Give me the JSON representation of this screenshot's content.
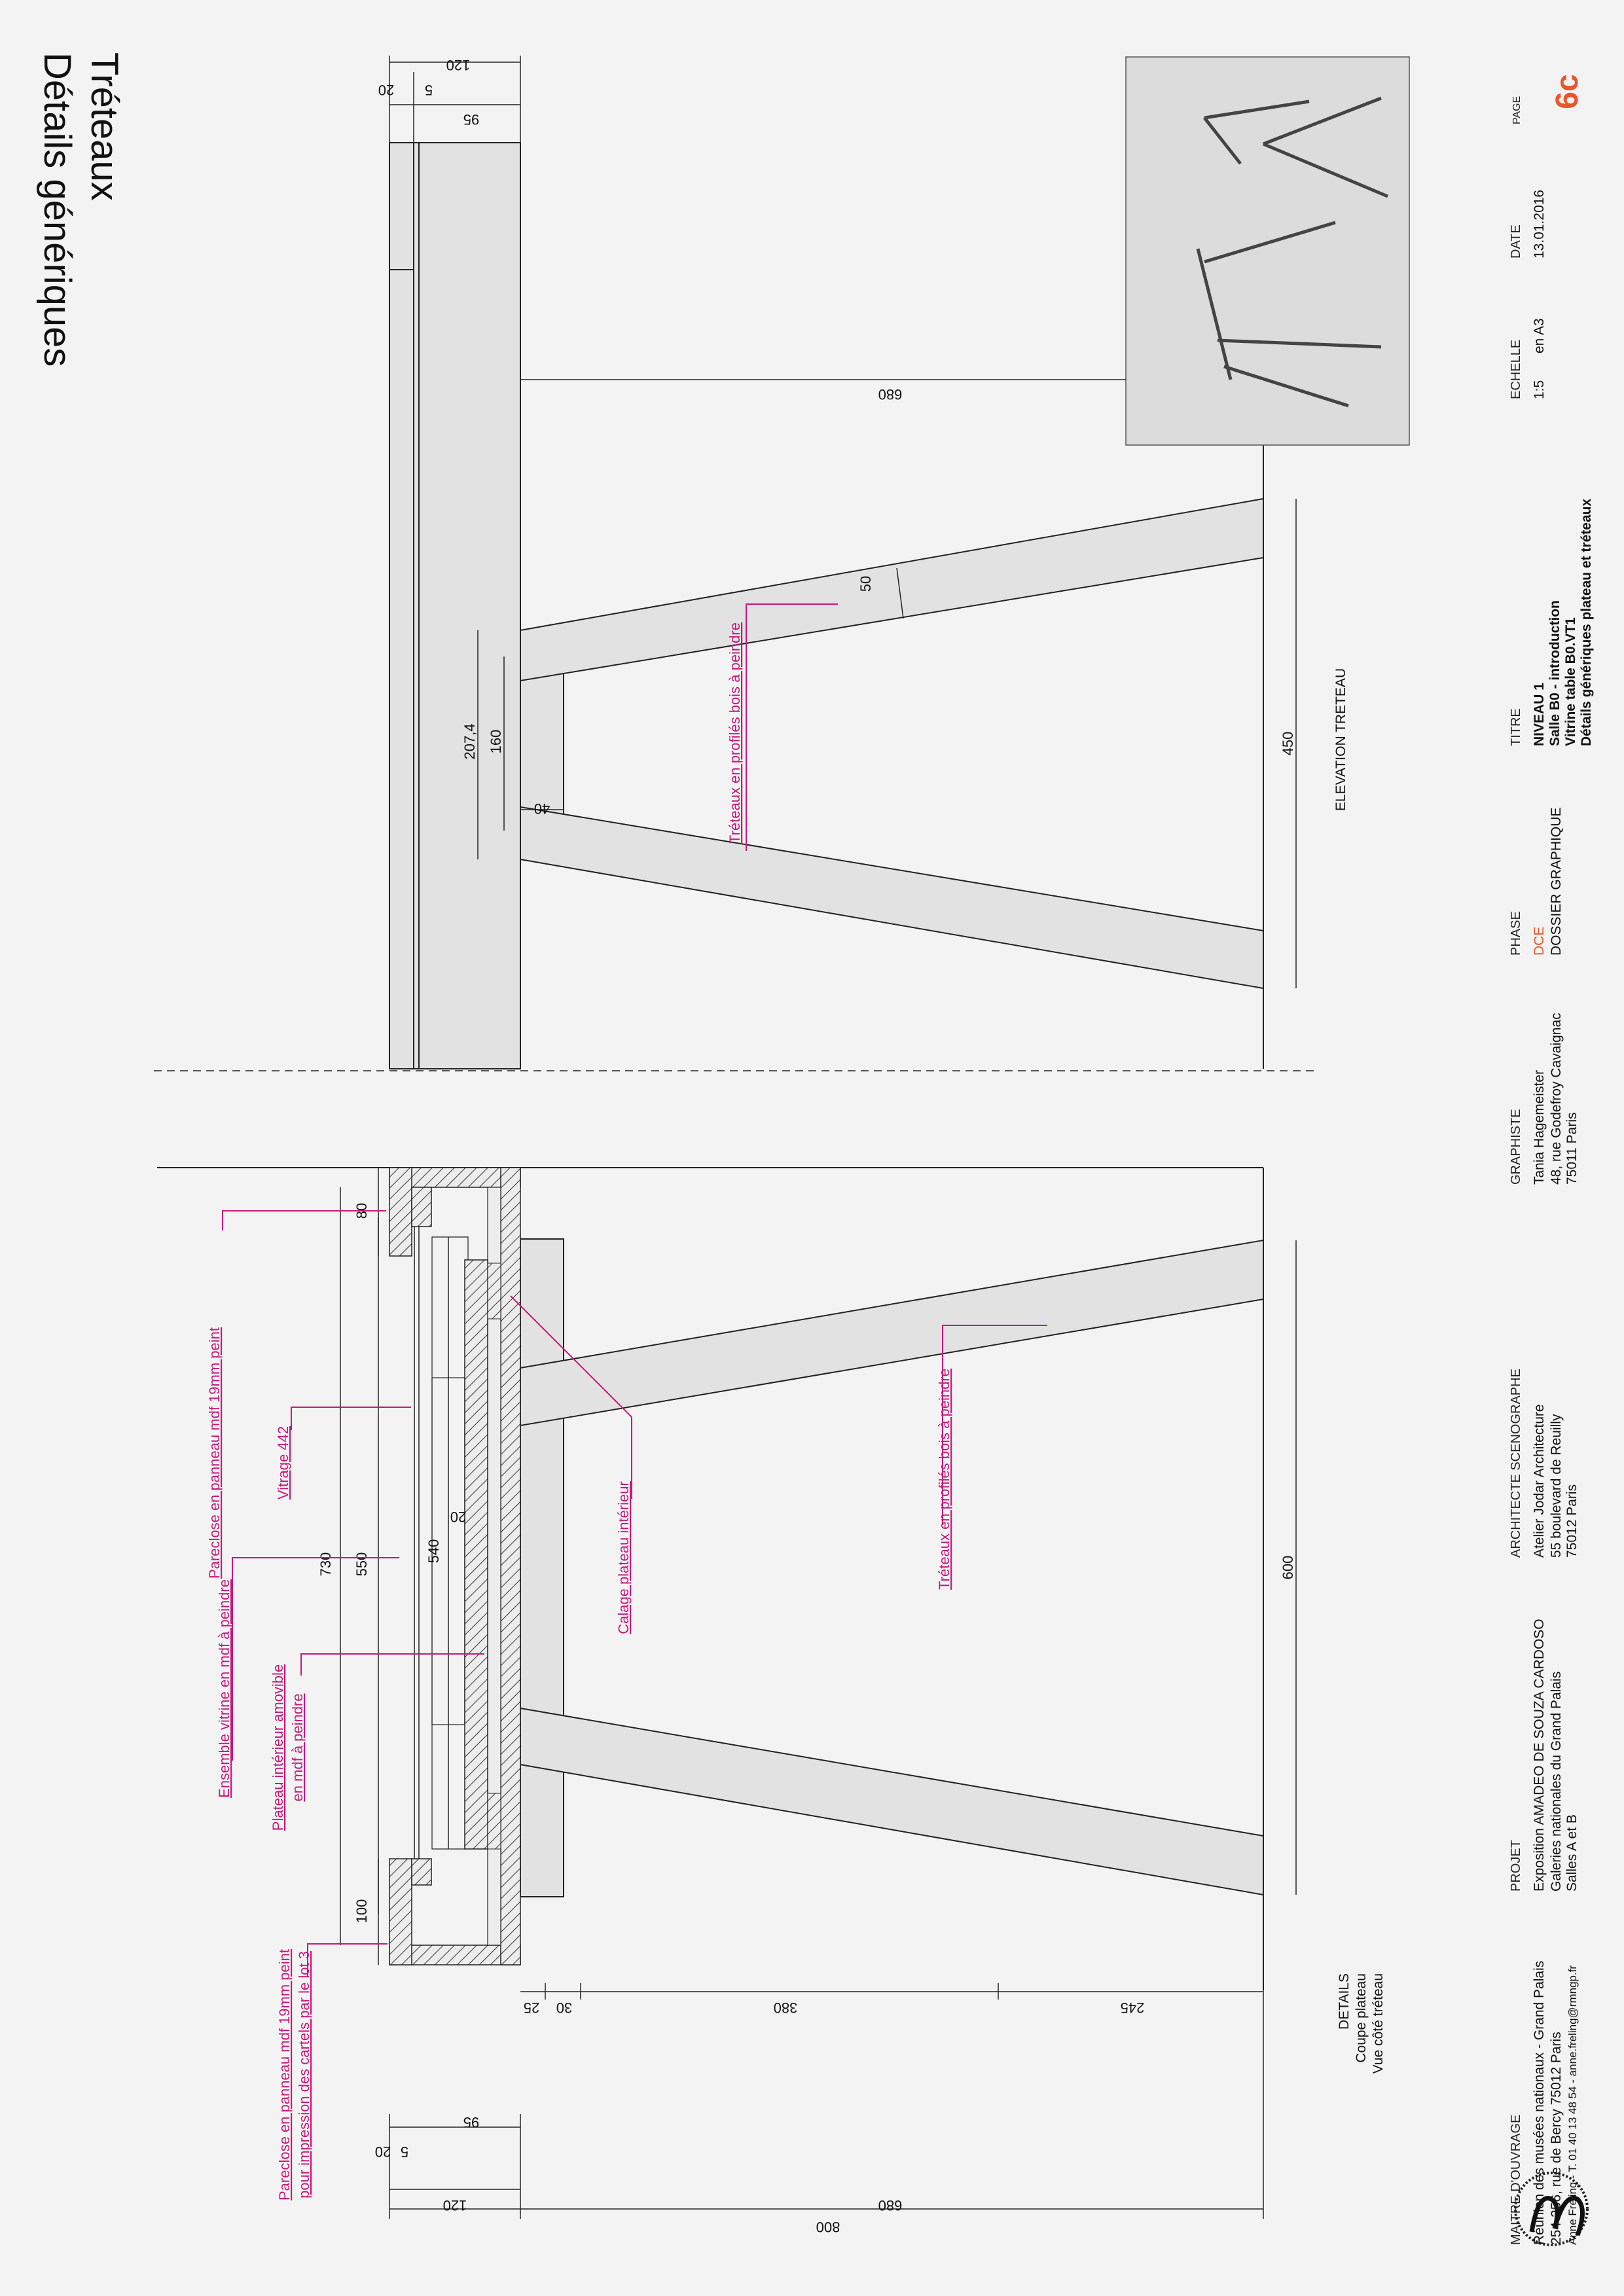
{
  "title": {
    "line1": "Tréteaux",
    "line2": "Détails génériques"
  },
  "elevation": {
    "label": "ELEVATION TRETEAU",
    "dims": {
      "d120": "120",
      "d20": "20",
      "d5": "5",
      "d95": "95",
      "d680": "680",
      "d207": "207,4",
      "d160": "160",
      "d40": "40",
      "d50": "50",
      "d450": "450"
    },
    "note_treteaux": "Tréteaux en profilés bois à peindre"
  },
  "section": {
    "label1": "DETAILS",
    "label2": "Coupe plateau",
    "label3": "Vue côté tréteau",
    "dims": {
      "d80": "80",
      "d730": "730",
      "d550": "550",
      "d540": "540",
      "d20": "20",
      "d100": "100",
      "d600": "600",
      "d25": "25",
      "d30": "30",
      "d380": "380",
      "d245": "245",
      "d120": "120",
      "d95": "95",
      "d20b": "20",
      "d5": "5",
      "d680": "680",
      "d800": "800"
    },
    "notes": {
      "pareclose": "Pareclose en panneau mdf 19mm peint",
      "vitrage": "Vitrage 442",
      "ensemble": "Ensemble vitrine en mdf à peindre",
      "plateau1": "Plateau intérieur amovible",
      "plateau2": "en mdf à peindre",
      "calage": "Calage plateau intérieur",
      "treteaux": "Tréteaux en profilés bois à peindre",
      "pareclose2a": "Pareclose en panneau mdf 19mm peint",
      "pareclose2b": "pour impression des cartels par le lot 3"
    }
  },
  "title_block": {
    "maitre": {
      "header": "MAITRE D'OUVRAGE",
      "l1": "Réunion des musées nationaux - Grand Palais",
      "l2": "254-256, rue de Bercy 75012 Paris",
      "l3": "Anne Freling - T. 01 40 13 48 54 - anne.freling@rmngp.fr"
    },
    "projet": {
      "header": "PROJET",
      "l1": "Exposition AMADEO DE SOUZA CARDOSO",
      "l2": "Galeries nationales du Grand Palais",
      "l3": "Salles A et B"
    },
    "architecte": {
      "header": "ARCHITECTE SCENOGRAPHE",
      "l1": "Atelier Jodar Architecture",
      "l2": "55 boulevard de Reuilly",
      "l3": "75012 Paris"
    },
    "graphiste": {
      "header": "GRAPHISTE",
      "l1": "Tania Hagemeister",
      "l2": "48, rue Godefroy Cavaignac",
      "l3": "75011 Paris"
    },
    "phase": {
      "header": "PHASE",
      "l1": "DCE",
      "l2": "DOSSIER GRAPHIQUE"
    },
    "titre": {
      "header": "TITRE",
      "l1": "NIVEAU 1",
      "l2": "Salle B0 - introduction",
      "l3": "Vitrine table B0.VT1",
      "l4": "Détails génériques plateau et tréteaux"
    },
    "echelle": {
      "header": "ECHELLE",
      "l1": "1:5",
      "l2": "en A3"
    },
    "date": {
      "header": "DATE",
      "l1": "13.01.2016"
    },
    "page": {
      "header": "PAGE",
      "value": "6c"
    }
  },
  "colors": {
    "accent": "#c4197b",
    "orange": "#e8562a",
    "fill": "#e2e2e2",
    "line": "#222222"
  }
}
